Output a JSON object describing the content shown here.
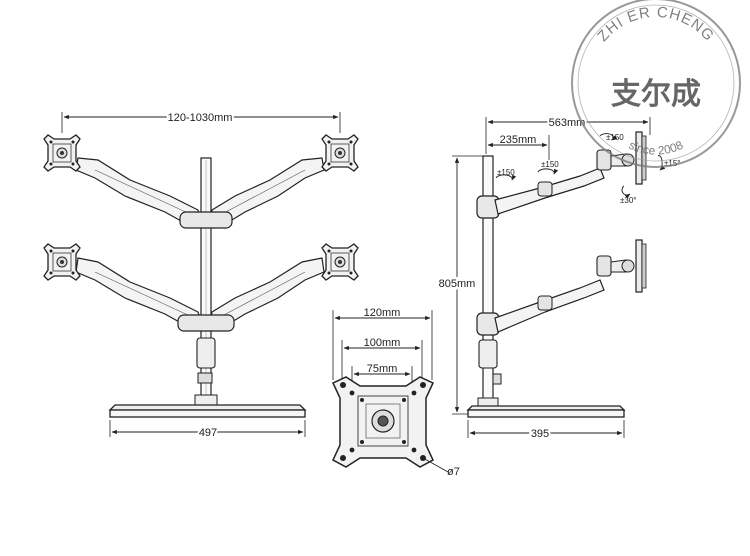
{
  "front_view": {
    "width_label": "120-1030mm",
    "base_label": "497"
  },
  "vesa_plate": {
    "outer_label": "120mm",
    "middle_label": "100mm",
    "inner_label": "75mm",
    "hole_label": "ø7"
  },
  "side_view": {
    "reach_label": "563mm",
    "arm_label": "235mm",
    "height_label": "805mm",
    "base_label": "395",
    "rotations": {
      "tilt_top": "±150",
      "swivel_left": "±150",
      "swivel_mid": "±150",
      "tilt_side": "±15°",
      "rotate_bottom": "±30°"
    }
  },
  "watermark": {
    "top_text": "ZHI ER CHENG",
    "chinese_text": "支尔成",
    "bottom_text": "since 2008"
  }
}
